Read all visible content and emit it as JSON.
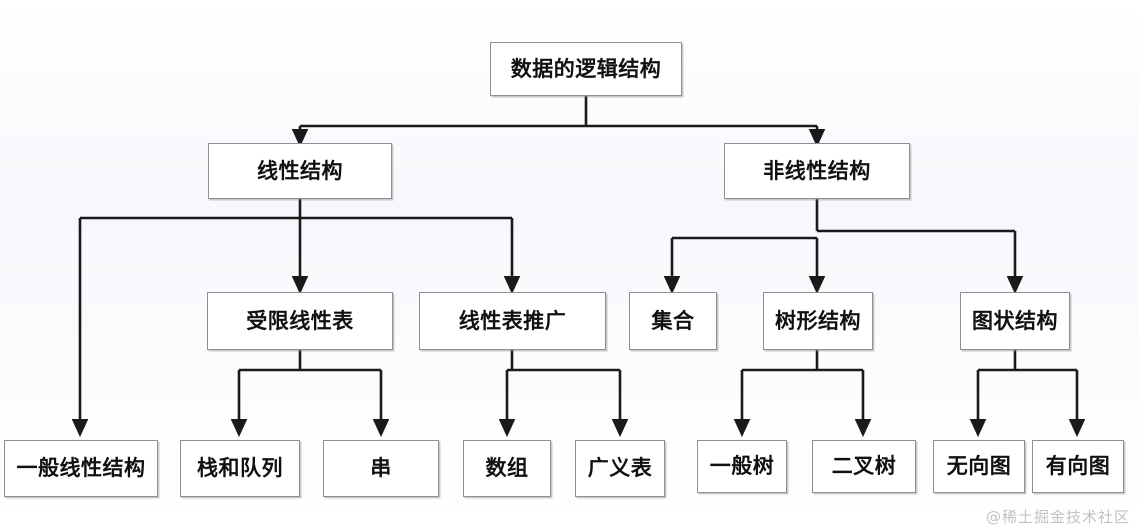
{
  "diagram": {
    "title": "数据的逻辑结构",
    "type": "tree",
    "watermark": "@稀土掘金技术社区",
    "stroke_color": "#1a1a1a",
    "box_border_color": "#8c8f94",
    "box_fill_color": "#ffffff",
    "background_color": "#fbfbfc"
  },
  "nodes": {
    "root": {
      "label": "数据的逻辑结构",
      "level": 1
    },
    "linear": {
      "label": "线性结构",
      "level": 2
    },
    "nonlinear": {
      "label": "非线性结构",
      "level": 2
    },
    "restricted_list": {
      "label": "受限线性表",
      "level": 3
    },
    "generalized_list": {
      "label": "线性表推广",
      "level": 3
    },
    "set": {
      "label": "集合",
      "level": 3
    },
    "tree_struct": {
      "label": "树形结构",
      "level": 3
    },
    "graph_struct": {
      "label": "图状结构",
      "level": 3
    },
    "general_linear": {
      "label": "一般线性结构",
      "level": 4
    },
    "stack_queue": {
      "label": "栈和队列",
      "level": 4
    },
    "string": {
      "label": "串",
      "level": 4
    },
    "array": {
      "label": "数组",
      "level": 4
    },
    "glist": {
      "label": "广义表",
      "level": 4
    },
    "general_tree": {
      "label": "一般树",
      "level": 4
    },
    "binary_tree": {
      "label": "二叉树",
      "level": 4
    },
    "undirected_graph": {
      "label": "无向图",
      "level": 4
    },
    "directed_graph": {
      "label": "有向图",
      "level": 4
    }
  },
  "hierarchy": [
    {
      "parent": "数据的逻辑结构",
      "children": [
        "线性结构",
        "非线性结构"
      ]
    },
    {
      "parent": "线性结构",
      "children": [
        "一般线性结构",
        "受限线性表",
        "线性表推广"
      ]
    },
    {
      "parent": "非线性结构",
      "children": [
        "集合",
        "树形结构",
        "图状结构"
      ]
    },
    {
      "parent": "受限线性表",
      "children": [
        "栈和队列",
        "串"
      ]
    },
    {
      "parent": "线性表推广",
      "children": [
        "数组",
        "广义表"
      ]
    },
    {
      "parent": "树形结构",
      "children": [
        "一般树",
        "二叉树"
      ]
    },
    {
      "parent": "图状结构",
      "children": [
        "无向图",
        "有向图"
      ]
    },
    {
      "parent": "集合",
      "children": []
    }
  ]
}
